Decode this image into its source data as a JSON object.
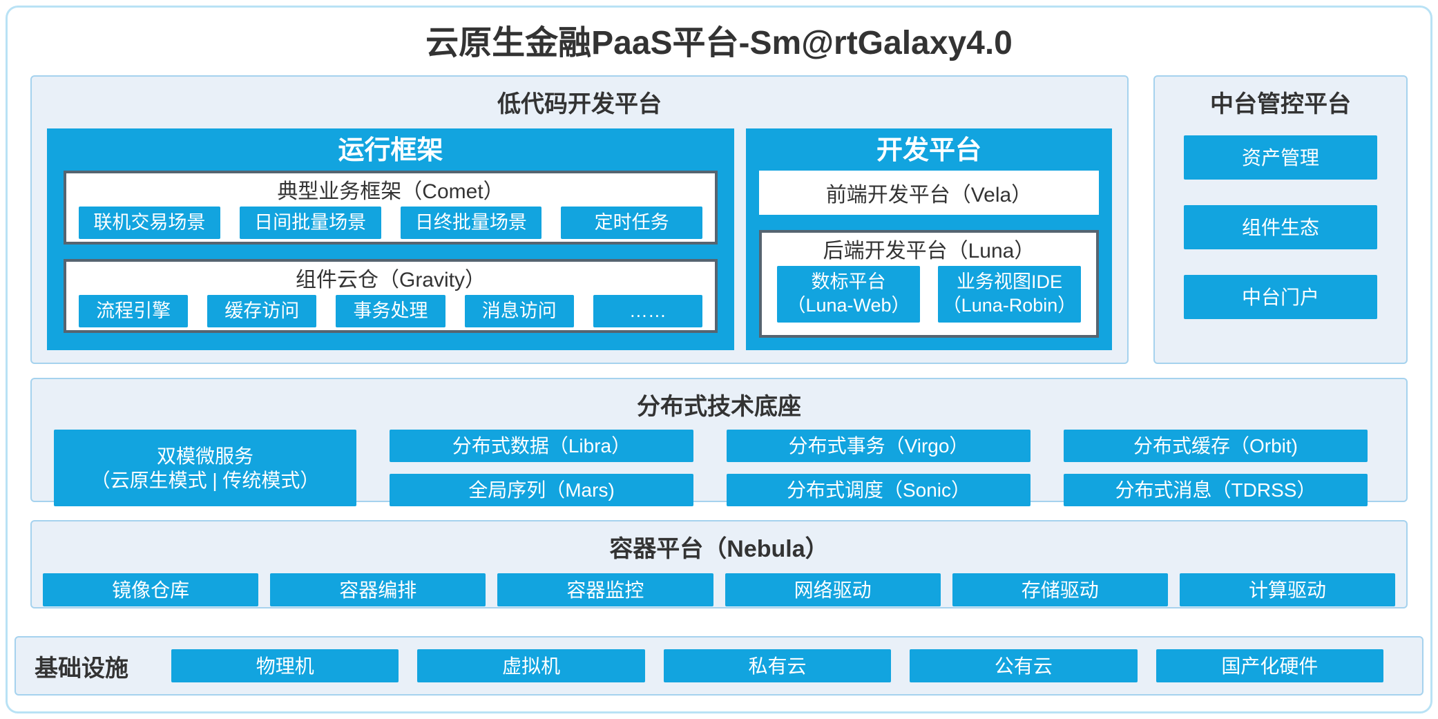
{
  "title": "云原生金融PaaS平台-Sm@rtGalaxy4.0",
  "colors": {
    "accent_blue": "#12a4df",
    "panel_bg": "#e9f0f8",
    "panel_border": "#a5d2ee",
    "dark_box_border": "#566470",
    "frame_border": "#b9e2f5"
  },
  "low_code": {
    "title": "低代码开发平台",
    "runtime": {
      "title": "运行框架",
      "comet": {
        "title": "典型业务框架（Comet）",
        "items": [
          "联机交易场景",
          "日间批量场景",
          "日终批量场景",
          "定时任务"
        ]
      },
      "gravity": {
        "title": "组件云仓（Gravity）",
        "items": [
          "流程引擎",
          "缓存访问",
          "事务处理",
          "消息访问",
          "……"
        ]
      }
    },
    "dev": {
      "title": "开发平台",
      "vela": "前端开发平台（Vela）",
      "luna": {
        "title": "后端开发平台（Luna）",
        "items": [
          "数标平台\n（Luna-Web）",
          "业务视图IDE\n（Luna-Robin）"
        ]
      }
    }
  },
  "mid_platform": {
    "title": "中台管控平台",
    "items": [
      "资产管理",
      "组件生态",
      "中台门户"
    ]
  },
  "distributed": {
    "title": "分布式技术底座",
    "dual": "双模微服务\n（云原生模式 | 传统模式）",
    "row1": [
      "分布式数据（Libra）",
      "分布式事务（Virgo）",
      "分布式缓存（Orbit)"
    ],
    "row2": [
      "全局序列（Mars)",
      "分布式调度（Sonic）",
      "分布式消息（TDRSS）"
    ]
  },
  "container_platform": {
    "title": "容器平台（Nebula）",
    "items": [
      "镜像仓库",
      "容器编排",
      "容器监控",
      "网络驱动",
      "存储驱动",
      "计算驱动"
    ]
  },
  "infrastructure": {
    "title": "基础设施",
    "items": [
      "物理机",
      "虚拟机",
      "私有云",
      "公有云",
      "国产化硬件"
    ]
  }
}
